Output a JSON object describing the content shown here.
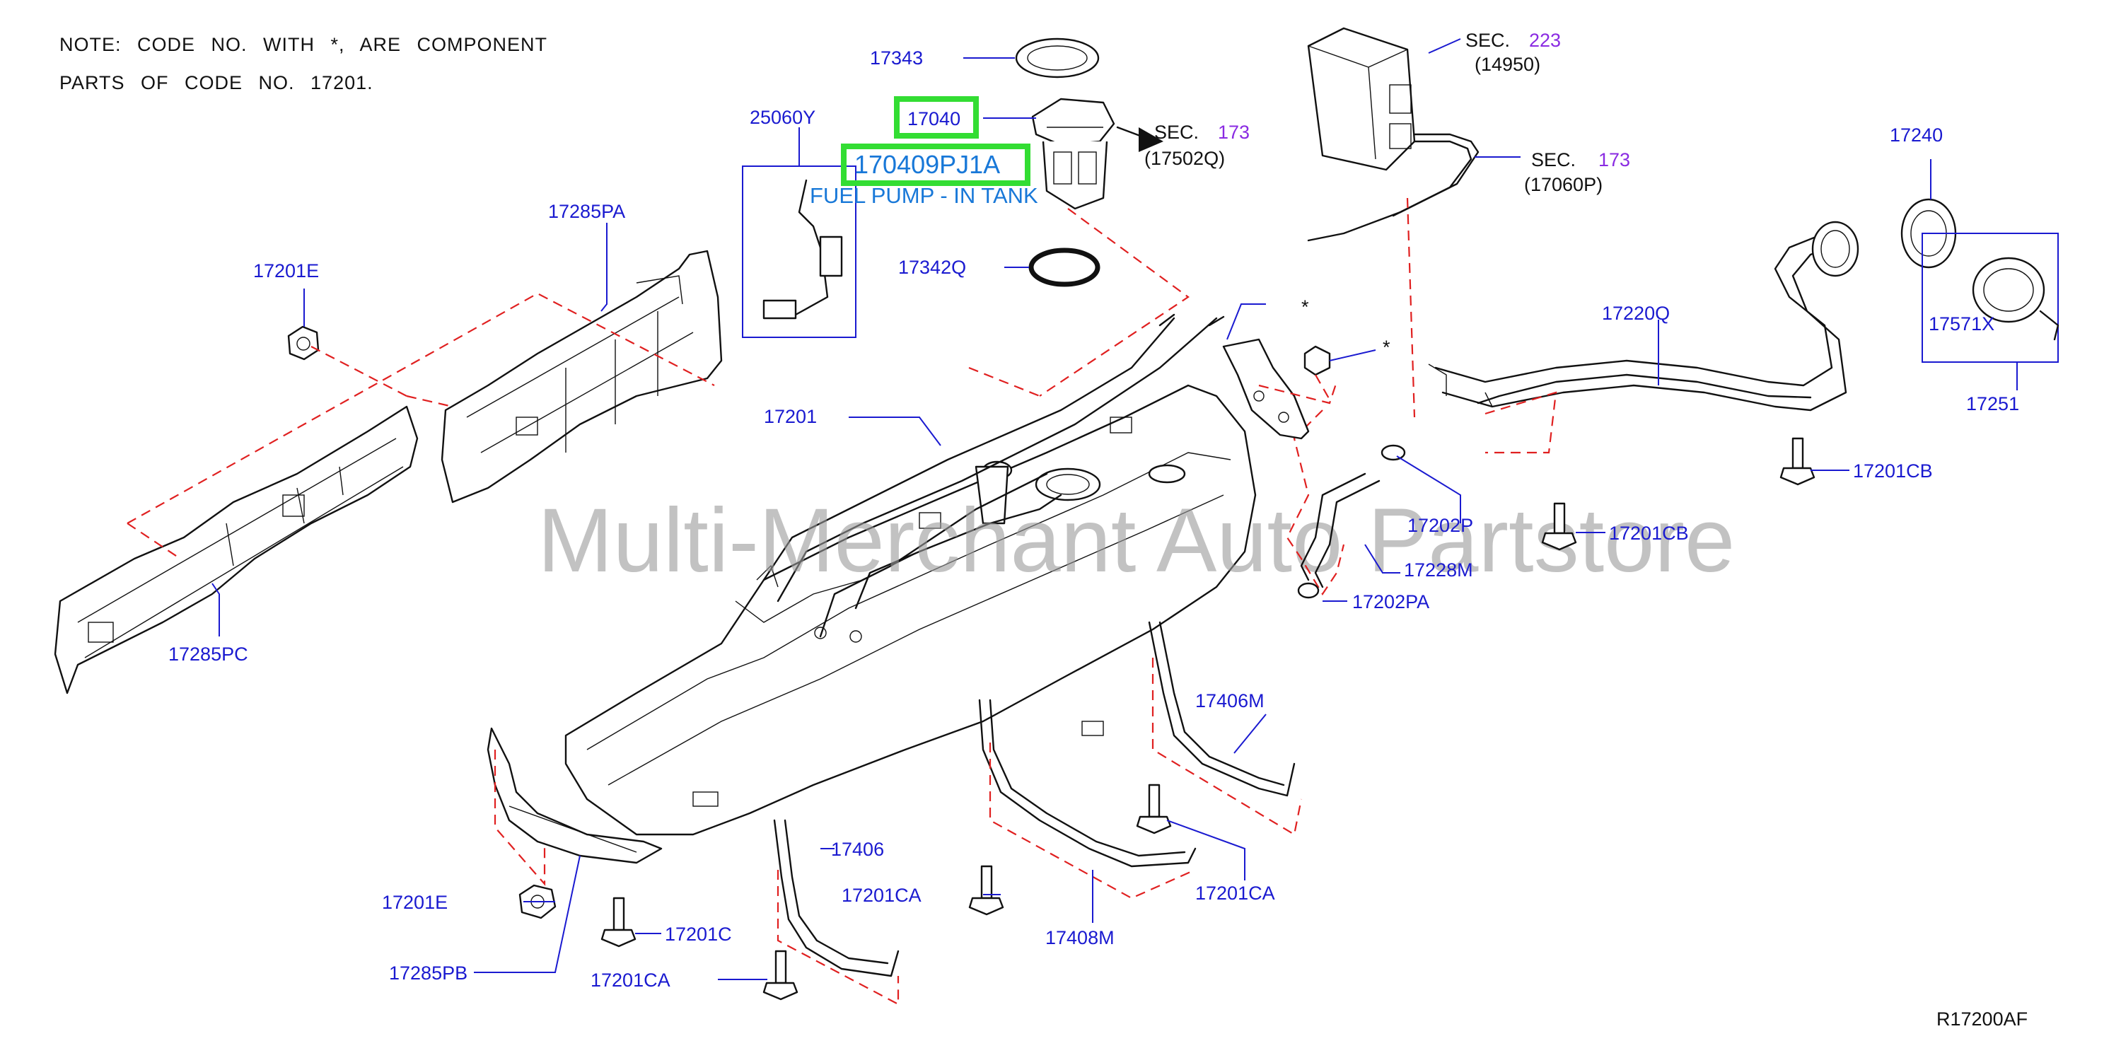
{
  "note": {
    "line1": "NOTE: CODE NO. WITH *, ARE COMPONENT",
    "line2": "PARTS OF CODE NO. 17201."
  },
  "watermark": "Multi-Merchant Auto Partstore",
  "diagram_code": "R17200AF",
  "highlight": {
    "part_no": "17040",
    "oem_no": "170409PJ1A",
    "description": "FUEL PUMP - IN TANK",
    "box_color": "#33dd33",
    "text_color": "#1878d8"
  },
  "sec_refs": {
    "pump": {
      "label": "SEC.",
      "num": "173",
      "sub": "(17502Q)"
    },
    "canister": {
      "label": "SEC.",
      "num": "223",
      "sub": "(14950)"
    },
    "vent": {
      "label": "SEC.",
      "num": "173",
      "sub": "(17060P)"
    }
  },
  "asterisks": [
    "*",
    "*"
  ],
  "labels": {
    "p17343": "17343",
    "p25060Y": "25060Y",
    "p17342Q": "17342Q",
    "p17285PA": "17285PA",
    "p17201E_top": "17201E",
    "p17201": "17201",
    "p17285PC": "17285PC",
    "p17240": "17240",
    "p17220Q": "17220Q",
    "p17571X": "17571X",
    "p17251": "17251",
    "p17201CB_a": "17201CB",
    "p17201CB_b": "17201CB",
    "p17202P": "17202P",
    "p17228M": "17228M",
    "p17202PA": "17202PA",
    "p17406M": "17406M",
    "p17406": "17406",
    "p17201CA_a": "17201CA",
    "p17201CA_b": "17201CA",
    "p17201CA_c": "17201CA",
    "p17408M": "17408M",
    "p17201E_bot": "17201E",
    "p17201C": "17201C",
    "p17285PB": "17285PB"
  },
  "colors": {
    "part_number": "#1a1ad0",
    "section_number": "#8a2be2",
    "dashed_guide": "#e02020"
  }
}
